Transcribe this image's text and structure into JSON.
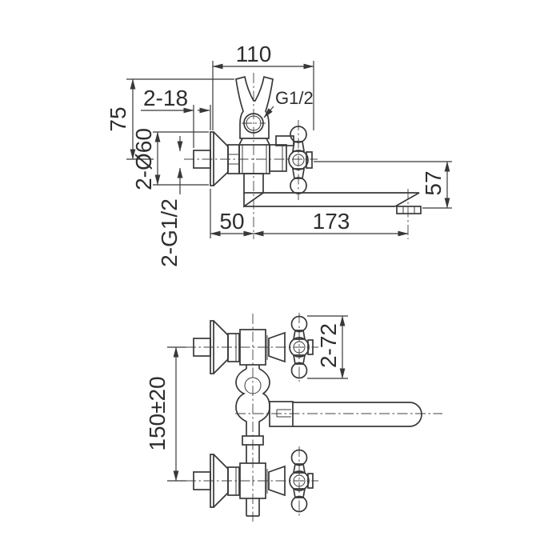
{
  "drawing": {
    "colors": {
      "background": "#ffffff",
      "line": "#383838",
      "text": "#2e2e2e"
    },
    "side": {
      "d110": "110",
      "d75": "75",
      "d2_18": "2-18",
      "d2_o60": "2-Ø60",
      "d2_g12": "2-G1/2",
      "g12": "G1/2",
      "d50": "50",
      "d173": "173",
      "d57": "57"
    },
    "front": {
      "d150": "150±20",
      "d272": "2-72"
    }
  }
}
